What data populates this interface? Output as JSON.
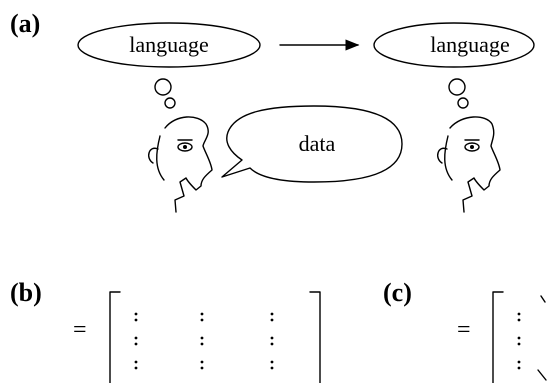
{
  "panel_a": {
    "label": "(a)",
    "left_thought": "language",
    "right_thought": "language",
    "speech": "data"
  },
  "panel_b": {
    "label": "(b)",
    "equals": "="
  },
  "panel_c": {
    "label": "(c)",
    "equals": "="
  }
}
